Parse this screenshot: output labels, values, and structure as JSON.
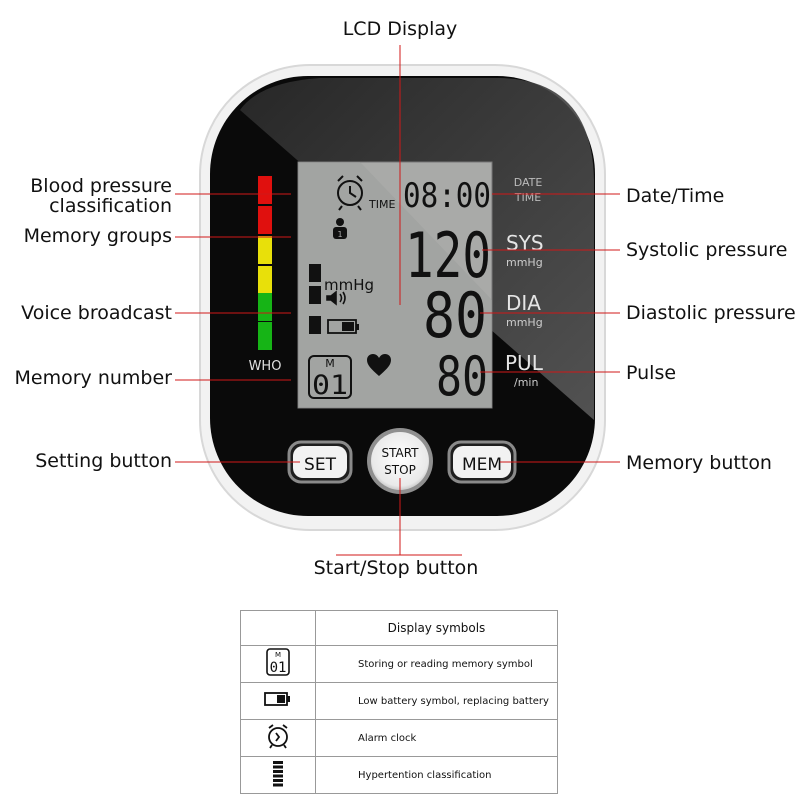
{
  "callouts": {
    "lcd_display": "LCD Display",
    "bp_classification_1": "Blood pressure",
    "bp_classification_2": "classification",
    "memory_groups": "Memory groups",
    "voice_broadcast": "Voice broadcast",
    "memory_number": "Memory number",
    "setting_button": "Setting button",
    "start_stop_button": "Start/Stop button",
    "date_time": "Date/Time",
    "systolic": "Systolic pressure",
    "diastolic": "Diastolic pressure",
    "pulse": "Pulse",
    "memory_button": "Memory button"
  },
  "device": {
    "who_label": "WHO",
    "buttons": {
      "set": "SET",
      "start_1": "START",
      "start_2": "STOP",
      "mem": "MEM"
    },
    "lcd": {
      "time": "08:00",
      "time_label": "TIME",
      "date_label": "DATE",
      "date_time_label": "TIME",
      "sys_value": "120",
      "sys_label": "SYS",
      "sys_unit": "mmHg",
      "dia_value": "80",
      "dia_label": "DIA",
      "dia_unit": "mmHg",
      "pul_value": "80",
      "pul_label": "PUL",
      "pul_unit": "/min",
      "mmhg_label": "mmHg",
      "memory_letter": "M",
      "memory_number": "01"
    },
    "classification_colors": [
      "#e0100e",
      "#e0100e",
      "#e8e00a",
      "#e8e00a",
      "#16b416",
      "#16b416"
    ]
  },
  "symbols_table": {
    "header": "Display symbols",
    "rows": [
      {
        "icon": "memory-symbol-icon",
        "text": "Storing or reading memory symbol"
      },
      {
        "icon": "low-battery-icon",
        "text": "Low battery symbol, replacing battery"
      },
      {
        "icon": "alarm-clock-icon",
        "text": "Alarm clock"
      },
      {
        "icon": "hypertension-bars-icon",
        "text": "Hypertention classification"
      }
    ]
  },
  "colors": {
    "callout_line": "#d01818",
    "lcd_bg": "#a9aaa8",
    "device_bg": "#0a0a0a"
  }
}
